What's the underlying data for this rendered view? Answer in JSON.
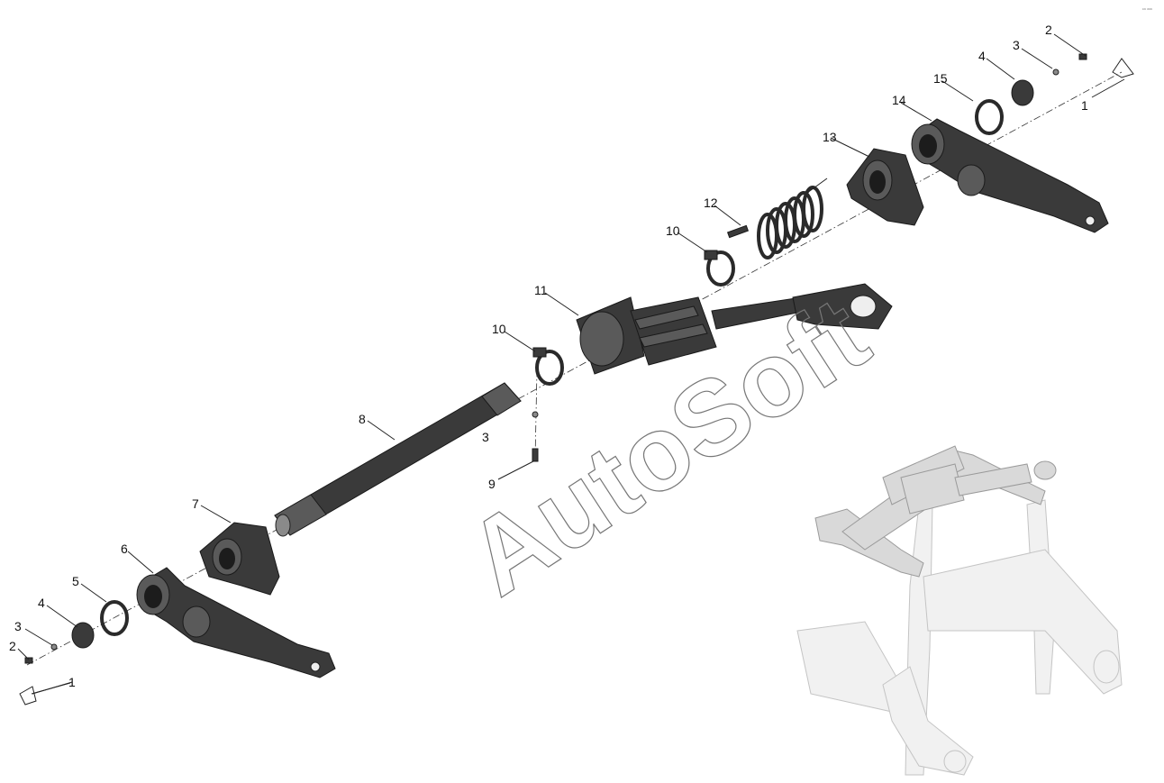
{
  "diagram": {
    "watermark": "AutoSoft",
    "corner_mark": "ᵉᵃ ᵃᵃᵃ",
    "callouts": [
      "1",
      "2",
      "3",
      "4",
      "5",
      "6",
      "7",
      "8",
      "9",
      "10",
      "11",
      "12",
      "13",
      "14",
      "15"
    ],
    "labels": {
      "l1a": "1",
      "l2a": "2",
      "l3a": "3",
      "l4a": "4",
      "l5": "5",
      "l6": "6",
      "l7": "7",
      "l8": "8",
      "l3b": "3",
      "l9": "9",
      "l10a": "10",
      "l11": "11",
      "l10b": "10",
      "l12": "12",
      "l13": "13",
      "l14": "14",
      "l15": "15",
      "l4b": "4",
      "l3c": "3",
      "l2b": "2",
      "l1b": "1"
    },
    "colors": {
      "part": "#3a3a3a",
      "ghost": "#d9d9d9",
      "background": "#ffffff"
    }
  }
}
